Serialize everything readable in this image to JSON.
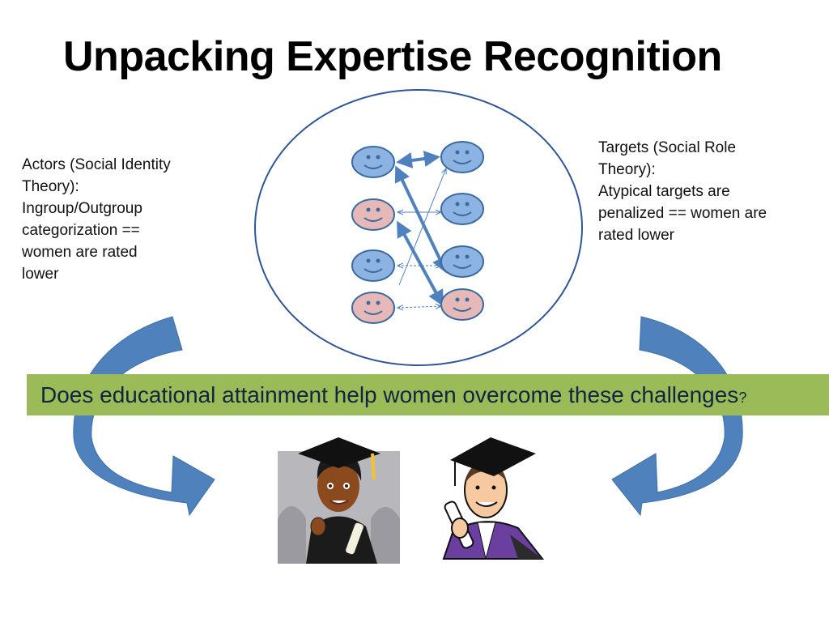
{
  "title": "Unpacking Expertise Recognition",
  "actors": {
    "lines": [
      "Actors (Social Identity",
      "Theory):",
      "Ingroup/Outgroup",
      "categorization ==",
      "women are rated",
      "lower"
    ]
  },
  "targets": {
    "lines": [
      "Targets (Social Role",
      "Theory):",
      "Atypical targets are",
      "penalized == women are",
      "rated lower"
    ]
  },
  "banner": {
    "text": "Does educational attainment help women overcome these challenges",
    "question_mark": "?"
  },
  "colors": {
    "blue_face": "#8db3e2",
    "pink_face": "#e6b9b8",
    "face_outline": "#3b6aa0",
    "circle_outline": "#2f5597",
    "arrow_fill": "#4f81bd",
    "banner": "#9bbb59"
  }
}
